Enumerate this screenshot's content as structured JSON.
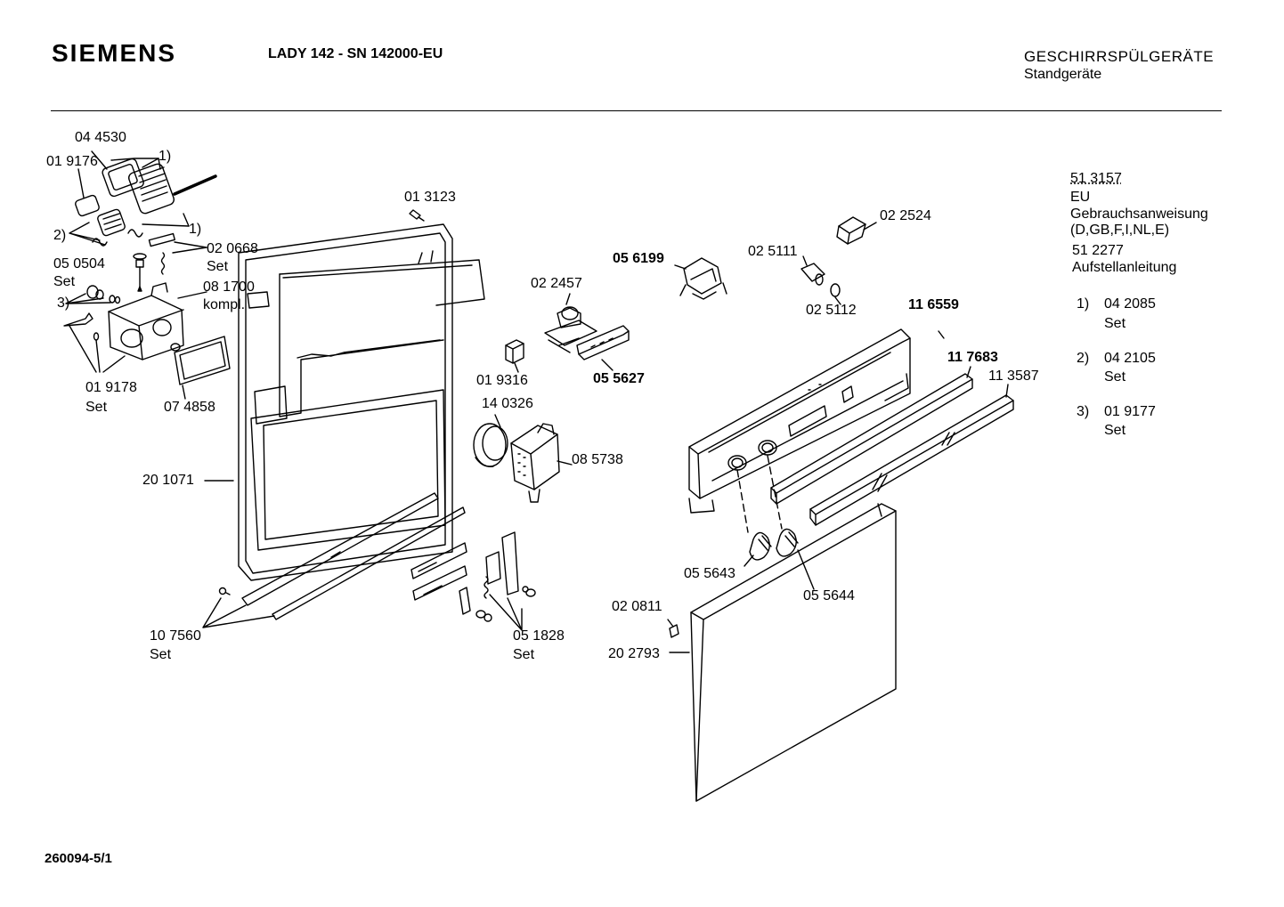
{
  "header": {
    "brand": "SIEMENS",
    "model": "LADY 142 - SN 142000-EU",
    "category": "GESCHIRRSPÜLGERÄTE",
    "subcategory": "Standgeräte"
  },
  "sidebar": {
    "doc1_number": "51 3157",
    "doc1_region": "EU",
    "doc1_title": "Gebrauchsanweisung",
    "doc1_langs": "(D,GB,F,I,NL,E)",
    "doc2_number": "51 2277",
    "doc2_title": "Aufstellanleitung",
    "sets": [
      {
        "ref": "1)",
        "part": "04 2085",
        "note": "Set"
      },
      {
        "ref": "2)",
        "part": "04 2105",
        "note": "Set"
      },
      {
        "ref": "3)",
        "part": "01 9177",
        "note": "Set"
      }
    ]
  },
  "parts": [
    {
      "id": "p044530",
      "text": "04 4530"
    },
    {
      "id": "p019176",
      "text": "01 9176"
    },
    {
      "id": "ref1a",
      "text": "1)"
    },
    {
      "id": "ref1b",
      "text": "1)"
    },
    {
      "id": "ref2",
      "text": "2)"
    },
    {
      "id": "p020668",
      "text": "02 0668"
    },
    {
      "id": "p020668s",
      "text": "Set"
    },
    {
      "id": "p050504",
      "text": "05 0504"
    },
    {
      "id": "p050504s",
      "text": "Set"
    },
    {
      "id": "ref3",
      "text": "3)"
    },
    {
      "id": "p081700",
      "text": "08 1700"
    },
    {
      "id": "p081700k",
      "text": "kompl."
    },
    {
      "id": "p019178",
      "text": "01 9178"
    },
    {
      "id": "p019178s",
      "text": "Set"
    },
    {
      "id": "p074858",
      "text": "07 4858"
    },
    {
      "id": "p013123",
      "text": "01 3123"
    },
    {
      "id": "p201071",
      "text": "20 1071"
    },
    {
      "id": "p107560",
      "text": "10 7560"
    },
    {
      "id": "p107560s",
      "text": "Set"
    },
    {
      "id": "p056199",
      "text": "05 6199",
      "bold": true
    },
    {
      "id": "p022457",
      "text": "02 2457"
    },
    {
      "id": "p055627",
      "text": "05 5627",
      "bold": true
    },
    {
      "id": "p019316",
      "text": "01 9316"
    },
    {
      "id": "p140326",
      "text": "14 0326"
    },
    {
      "id": "p085738",
      "text": "08 5738"
    },
    {
      "id": "p051828",
      "text": "05 1828"
    },
    {
      "id": "p051828s",
      "text": "Set"
    },
    {
      "id": "p022524",
      "text": "02 2524"
    },
    {
      "id": "p025111",
      "text": "02 5111"
    },
    {
      "id": "p025112",
      "text": "02 5112"
    },
    {
      "id": "p116559",
      "text": "11 6559",
      "bold": true
    },
    {
      "id": "p117683",
      "text": "11 7683",
      "bold": true
    },
    {
      "id": "p113587",
      "text": "11 3587"
    },
    {
      "id": "p055643",
      "text": "05 5643"
    },
    {
      "id": "p055644",
      "text": "05 5644"
    },
    {
      "id": "p020811",
      "text": "02 0811"
    },
    {
      "id": "p202793",
      "text": "20 2793"
    }
  ],
  "footer": {
    "doc_id": "260094-5/1"
  }
}
